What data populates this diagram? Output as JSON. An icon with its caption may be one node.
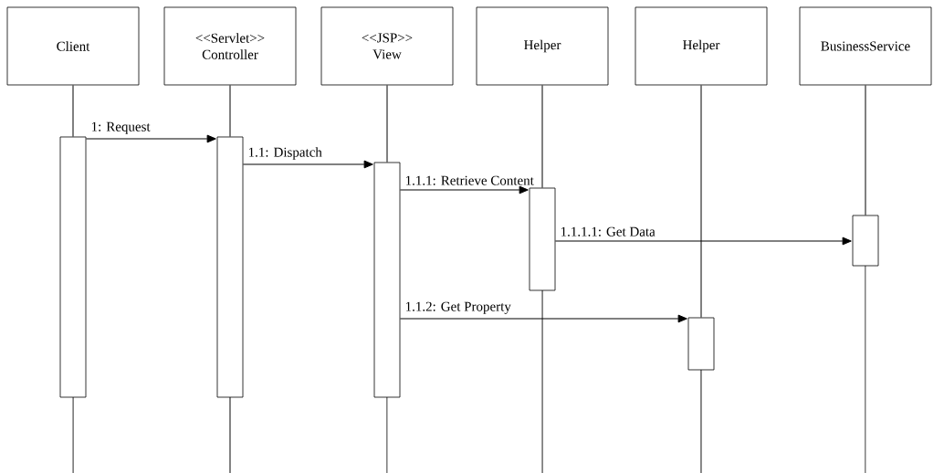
{
  "diagram": {
    "nodes": [
      {
        "text": [
          "Client"
        ]
      },
      {
        "text": [
          "<<Servlet>>",
          "Controller"
        ]
      },
      {
        "text": [
          "<<JSP>>",
          "View"
        ]
      },
      {
        "text": [
          "Helper"
        ]
      },
      {
        "text": [
          "Helper"
        ]
      },
      {
        "text": [
          "BusinessService"
        ]
      },
      {
        "text": [],
        "shape": "bar"
      },
      {
        "text": [],
        "shape": "bar"
      },
      {
        "text": [],
        "shape": "bar"
      },
      {
        "text": [],
        "shape": "bar"
      },
      {
        "text": [],
        "shape": "bar"
      },
      {
        "text": [],
        "shape": "bar"
      }
    ],
    "edges": [
      {
        "from": 0,
        "to": 6,
        "arrow": "none"
      },
      {
        "from": 1,
        "to": 7,
        "arrow": "none"
      },
      {
        "from": 2,
        "to": 8,
        "arrow": "none"
      },
      {
        "from": 3,
        "to": 9,
        "arrow": "none"
      },
      {
        "from": 4,
        "to": 10,
        "arrow": "none"
      },
      {
        "from": 5,
        "to": 11,
        "arrow": "none"
      },
      {
        "from": 6,
        "to": 7,
        "arrow": "to",
        "label": "1: Request"
      },
      {
        "from": 7,
        "to": 8,
        "arrow": "to",
        "label": "1.1: Dispatch"
      },
      {
        "from": 8,
        "to": 9,
        "arrow": "to",
        "label": "1.1.1: Retrieve Content"
      },
      {
        "from": 9,
        "to": 11,
        "arrow": "to",
        "label": "1.1.1.1: Get Data"
      },
      {
        "from": 8,
        "to": 10,
        "arrow": "to",
        "label": "1.1.2: Get Property"
      }
    ]
  }
}
